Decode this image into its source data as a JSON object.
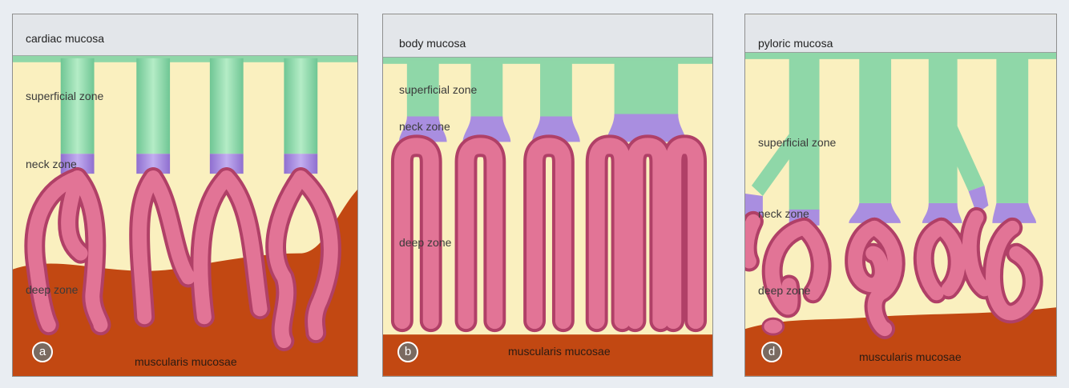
{
  "panels": [
    {
      "title": "cardiac mucosa",
      "zones": {
        "superficial": "superficial zone",
        "neck": "neck zone",
        "deep": "deep zone"
      },
      "muscle": "muscularis mucosae",
      "badge": "a"
    },
    {
      "title": "body mucosa",
      "zones": {
        "superficial": "superficial zone",
        "neck": "neck zone",
        "deep": "deep zone"
      },
      "muscle": "muscularis mucosae",
      "badge": "b"
    },
    {
      "title": "pyloric mucosa",
      "zones": {
        "superficial": "superficial zone",
        "neck": "neck zone",
        "deep": "deep zone"
      },
      "muscle": "muscularis mucosae",
      "badge": "d"
    }
  ],
  "colors": {
    "lumen": "#e3e6ea",
    "lamina": "#faf0bf",
    "superficial": "#8fd7a8",
    "neck": "#a98ee0",
    "deep": "#e27496",
    "muscle": "#c24812"
  }
}
